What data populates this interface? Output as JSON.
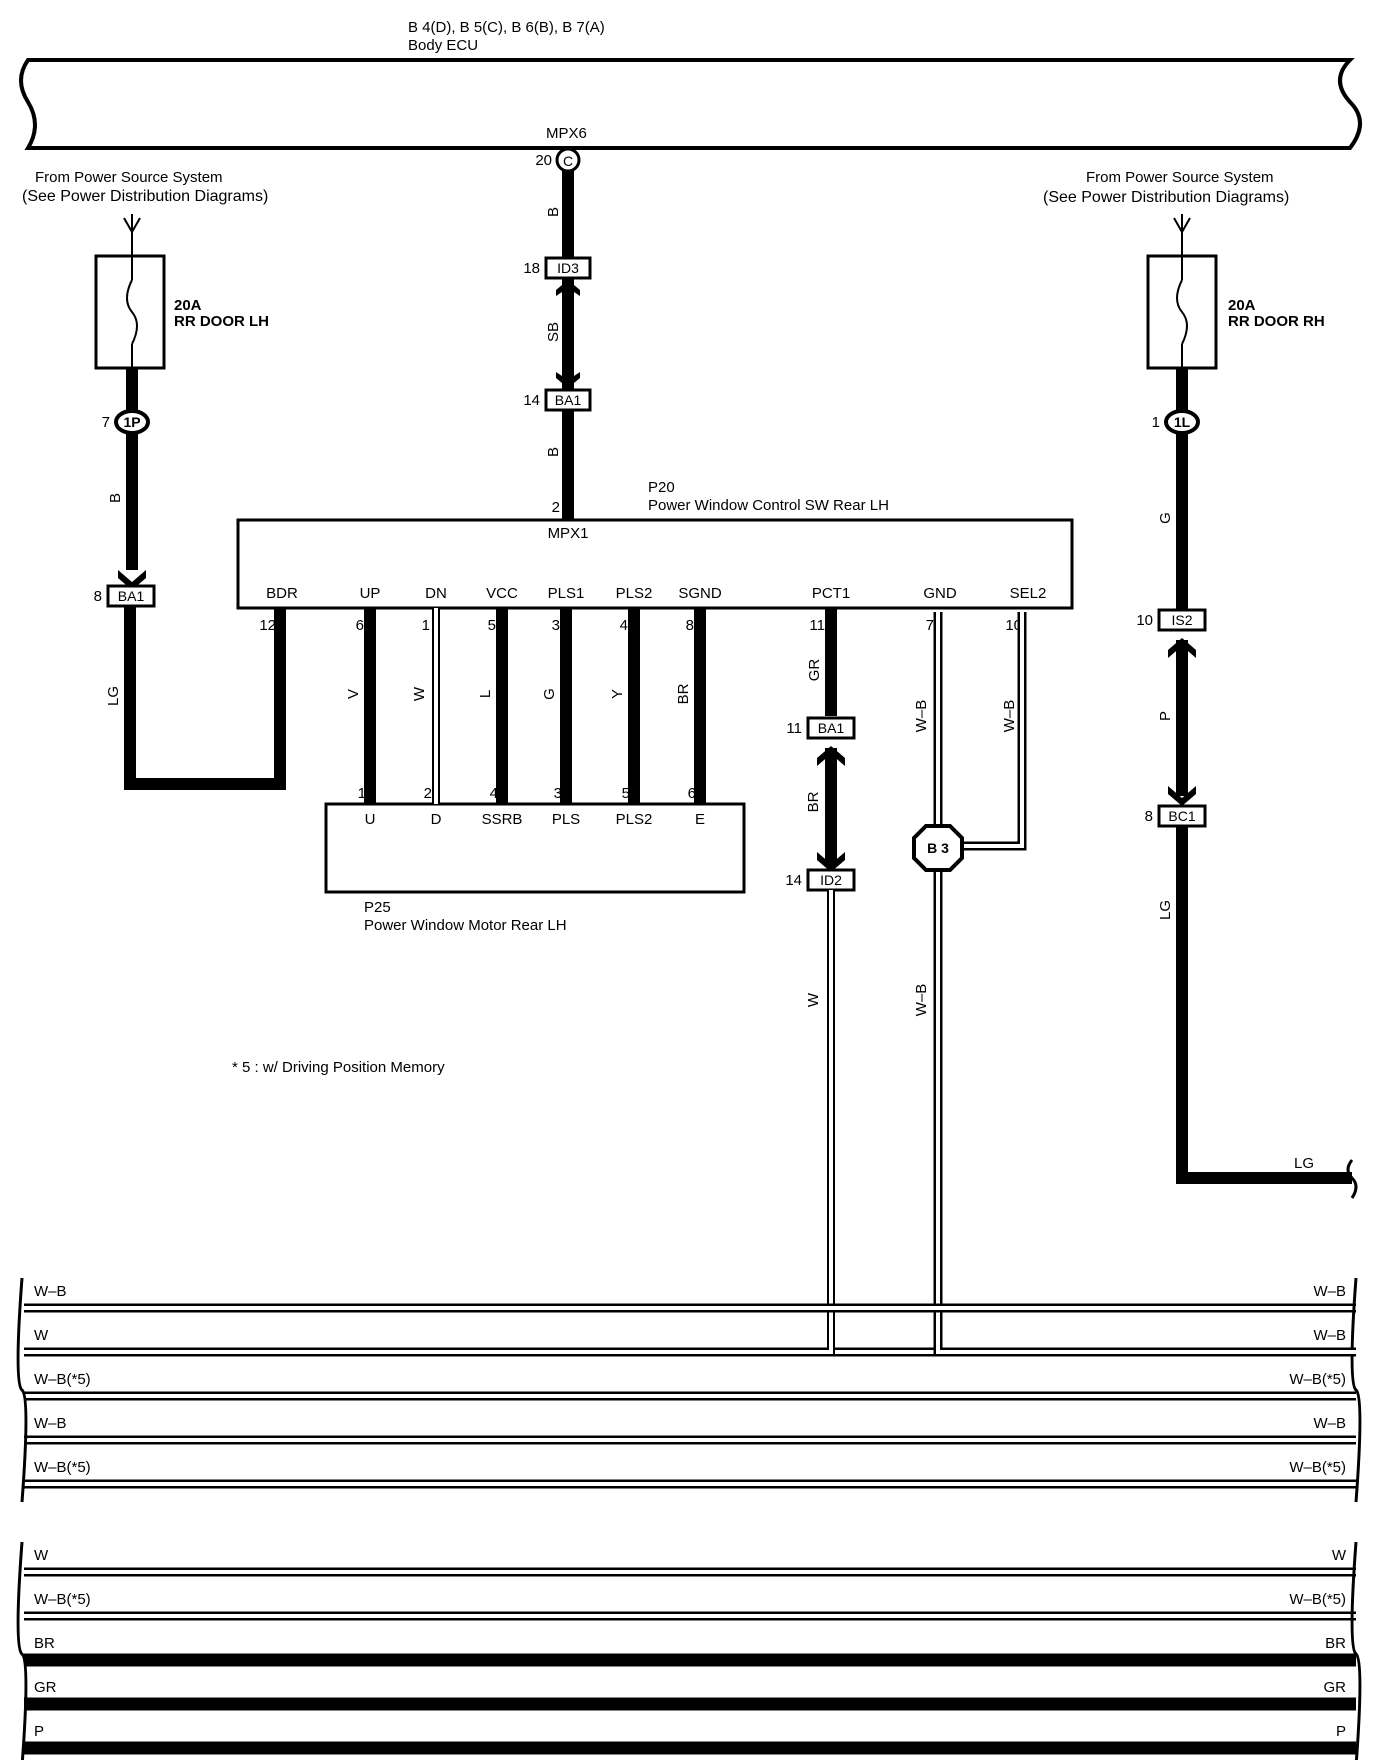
{
  "ecu": {
    "connectors": "B 4(D), B 5(C), B 6(B), B 7(A)",
    "name": "Body ECU",
    "port": "MPX6",
    "pin": "20",
    "pin_code": "C"
  },
  "power_left": {
    "src1": "From Power Source System",
    "src2": "(See Power Distribution Diagrams)",
    "fuse_amp": "20A",
    "fuse_name": "RR DOOR LH",
    "jb_pin": "7",
    "jb": "1P",
    "wire1": "B",
    "conn_pin": "8",
    "conn": "BA1",
    "wire2": "LG"
  },
  "power_right": {
    "src1": "From Power Source System",
    "src2": "(See Power Distribution Diagrams)",
    "fuse_amp": "20A",
    "fuse_name": "RR DOOR RH",
    "jb_pin": "1",
    "jb": "1L",
    "wire1": "G",
    "conn1_pin": "10",
    "conn1": "IS2",
    "wire2": "P",
    "conn2_pin": "8",
    "conn2": "BC1",
    "wire3": "LG",
    "wire_end": "LG"
  },
  "mpx_line": {
    "wire1": "B",
    "c1_pin": "18",
    "c1": "ID3",
    "wire2": "SB",
    "c2_pin": "14",
    "c2": "BA1",
    "wire3": "B",
    "sw_pin": "2"
  },
  "switch": {
    "id": "P20",
    "name": "Power Window Control SW Rear LH",
    "mpx": "MPX1",
    "terminals": [
      {
        "name": "BDR",
        "pin": "12",
        "wire": "LG"
      },
      {
        "name": "UP",
        "pin": "6",
        "wire": "V"
      },
      {
        "name": "DN",
        "pin": "1",
        "wire": "W"
      },
      {
        "name": "VCC",
        "pin": "5",
        "wire": "L"
      },
      {
        "name": "PLS1",
        "pin": "3",
        "wire": "G"
      },
      {
        "name": "PLS2",
        "pin": "4",
        "wire": "Y"
      },
      {
        "name": "SGND",
        "pin": "8",
        "wire": "BR"
      },
      {
        "name": "PCT1",
        "pin": "11",
        "wire": "GR"
      },
      {
        "name": "GND",
        "pin": "7",
        "wire": "W–B"
      },
      {
        "name": "SEL2",
        "pin": "10",
        "wire": "W–B"
      }
    ]
  },
  "motor": {
    "id": "P25",
    "name": "Power Window Motor Rear LH",
    "terminals": [
      {
        "name": "U",
        "pin": "1"
      },
      {
        "name": "D",
        "pin": "2"
      },
      {
        "name": "SSRB",
        "pin": "4"
      },
      {
        "name": "PLS",
        "pin": "3"
      },
      {
        "name": "PLS2",
        "pin": "5"
      },
      {
        "name": "E",
        "pin": "6"
      }
    ]
  },
  "pct_line": {
    "c1_pin": "11",
    "c1": "BA1",
    "wire2": "BR",
    "c2_pin": "14",
    "c2": "ID2",
    "wire3": "W"
  },
  "ground": {
    "junction": "B 3",
    "wire_down": "W–B"
  },
  "note": "* 5 : w/ Driving Position Memory",
  "bus_upper": [
    {
      "left": "W–B",
      "right": "W–B",
      "kind": "thin"
    },
    {
      "left": "W",
      "right": "W–B",
      "kind": "thin"
    },
    {
      "left": "W–B(*5)",
      "right": "W–B(*5)",
      "kind": "thin"
    },
    {
      "left": "W–B",
      "right": "W–B",
      "kind": "thin"
    },
    {
      "left": "W–B(*5)",
      "right": "W–B(*5)",
      "kind": "thin"
    }
  ],
  "bus_lower": [
    {
      "left": "W",
      "right": "W",
      "kind": "thin"
    },
    {
      "left": "W–B(*5)",
      "right": "W–B(*5)",
      "kind": "thin"
    },
    {
      "left": "BR",
      "right": "BR",
      "kind": "thick"
    },
    {
      "left": "GR",
      "right": "GR",
      "kind": "thick"
    },
    {
      "left": "P",
      "right": "P",
      "kind": "thick"
    }
  ]
}
